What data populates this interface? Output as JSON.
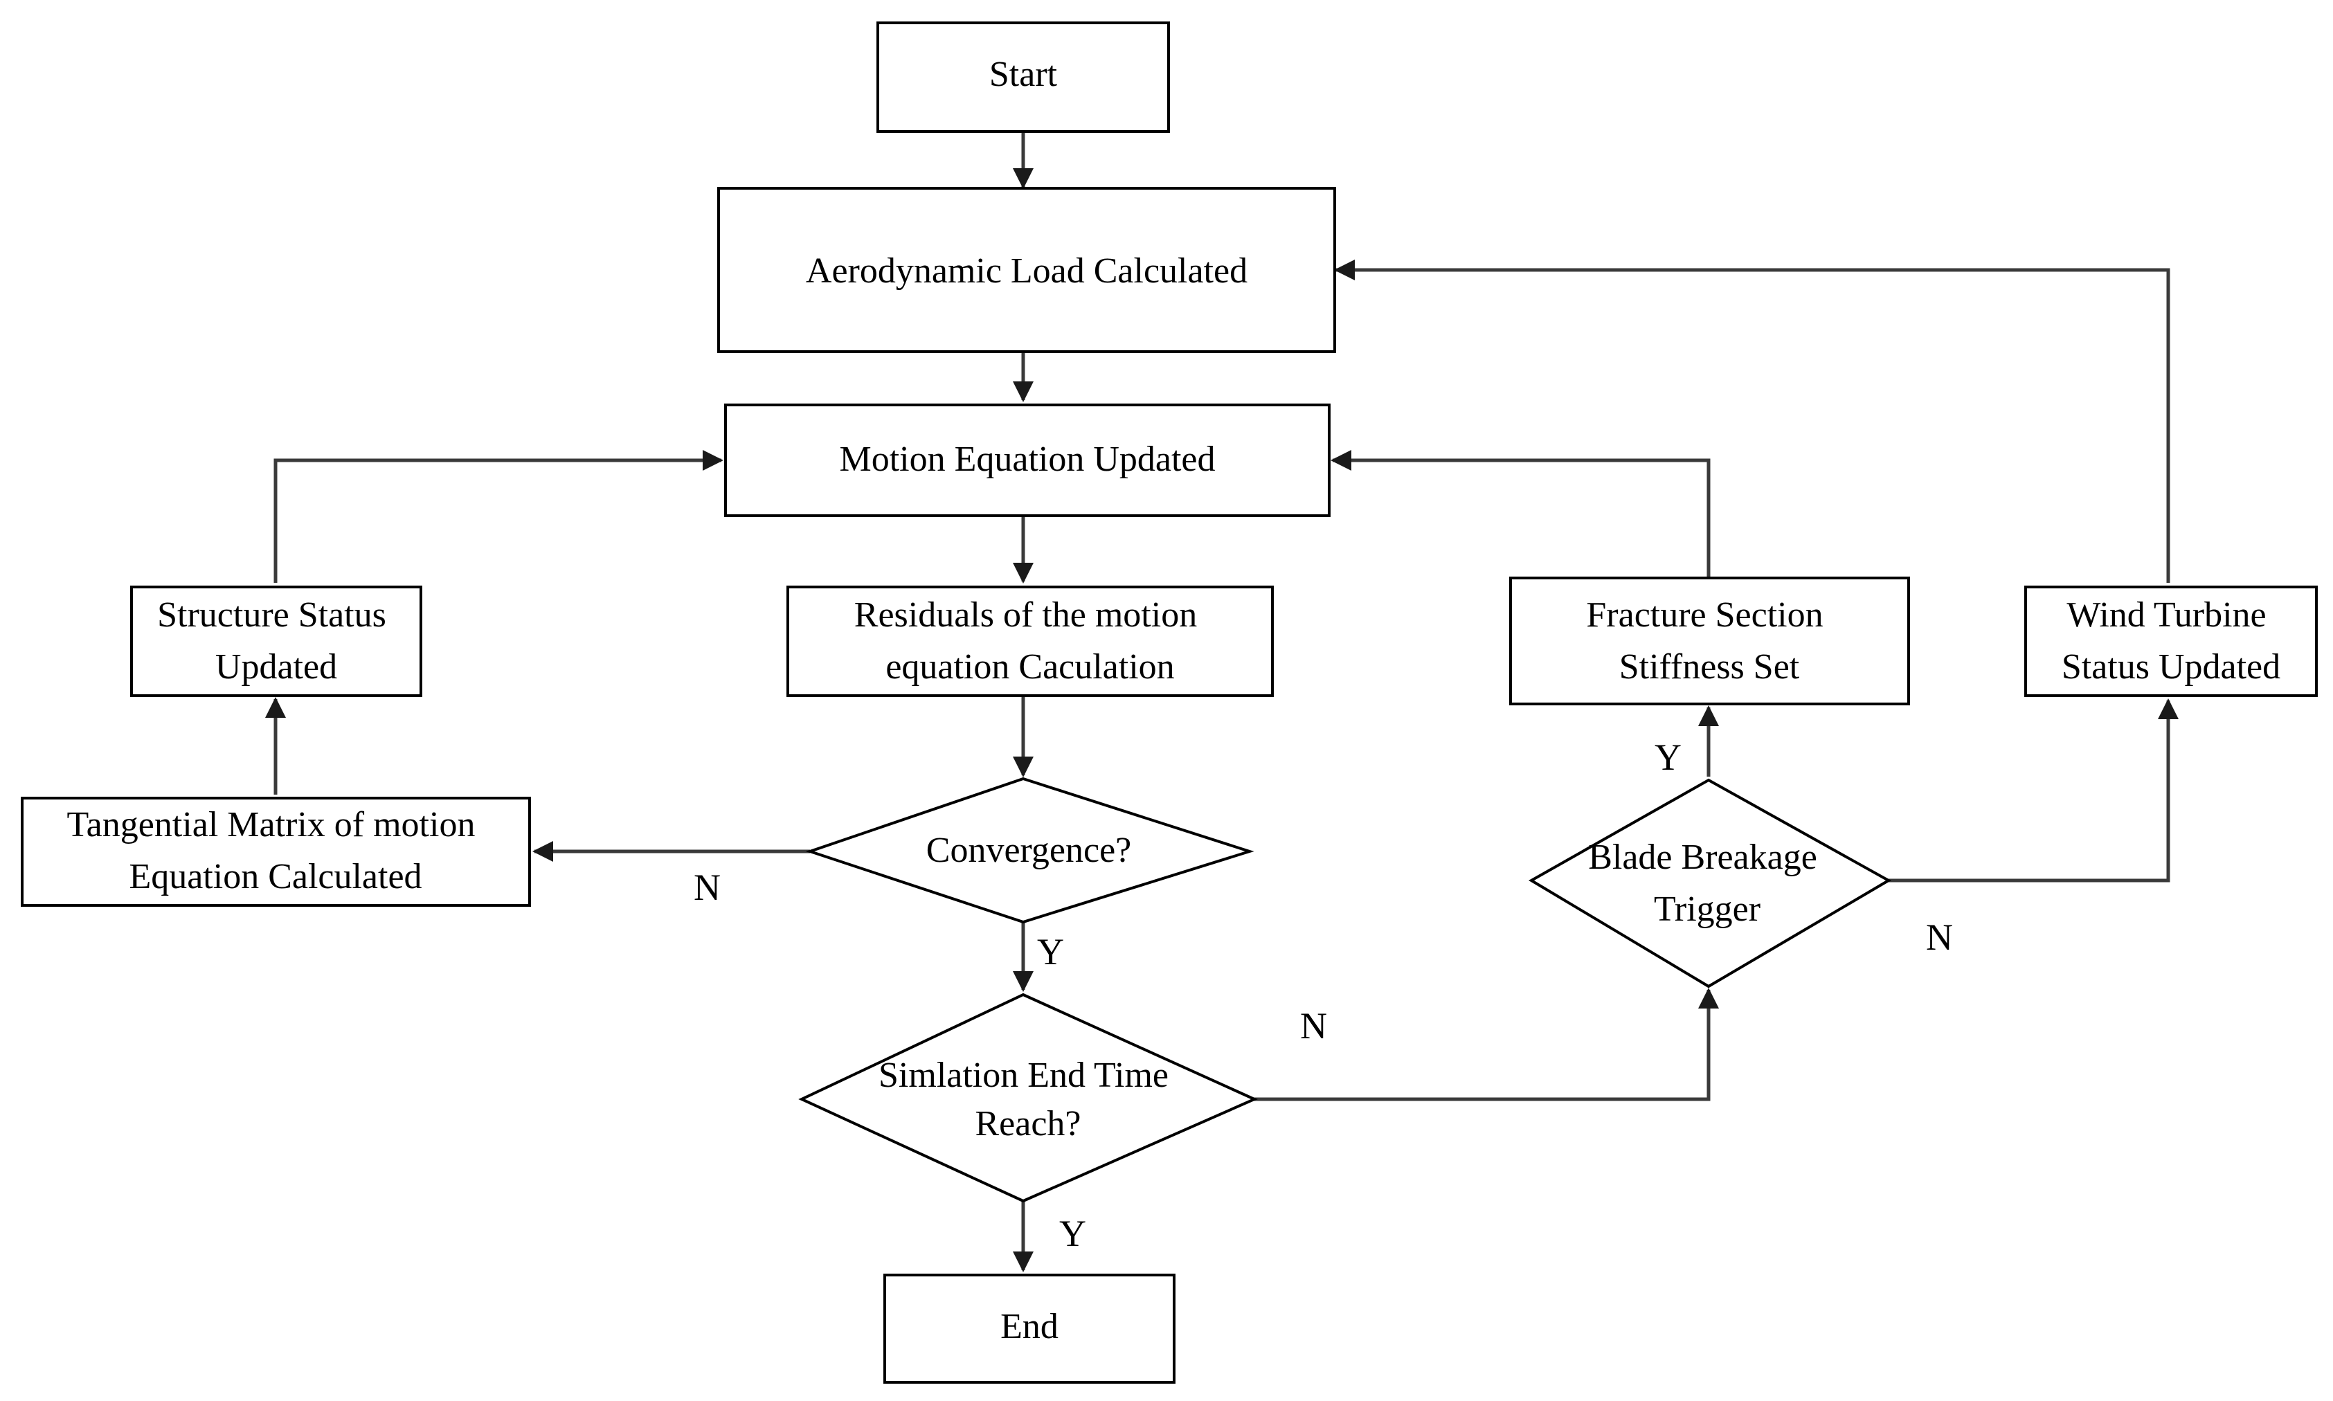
{
  "nodes": {
    "start": {
      "lines": [
        "Start"
      ]
    },
    "aero": {
      "lines": [
        "Aerodynamic Load Calculated"
      ]
    },
    "motion": {
      "lines": [
        "Motion Equation Updated"
      ]
    },
    "residuals": {
      "lines": [
        "Residuals of the motion",
        "equation Caculation"
      ]
    },
    "structure": {
      "lines": [
        "Structure Status",
        "Updated"
      ]
    },
    "tangential": {
      "lines": [
        "Tangential Matrix of motion",
        "Equation Calculated"
      ]
    },
    "convergence": {
      "lines": [
        "Convergence?"
      ]
    },
    "simend": {
      "lines": [
        "Simlation End Time",
        "Reach?"
      ]
    },
    "end": {
      "lines": [
        "End"
      ]
    },
    "fracture": {
      "lines": [
        "Fracture Section",
        "Stiffness Set"
      ]
    },
    "blade": {
      "lines": [
        "Blade Breakage",
        "Trigger"
      ]
    },
    "wind": {
      "lines": [
        "Wind Turbine",
        "Status Updated"
      ]
    }
  },
  "edge_labels": {
    "conv_no": "N",
    "conv_yes": "Y",
    "sim_no": "N",
    "sim_yes": "Y",
    "blade_yes": "Y",
    "blade_no": "N"
  },
  "colors": {
    "stroke": "#000000",
    "edge": "#3a3a3a",
    "background": "#ffffff"
  }
}
